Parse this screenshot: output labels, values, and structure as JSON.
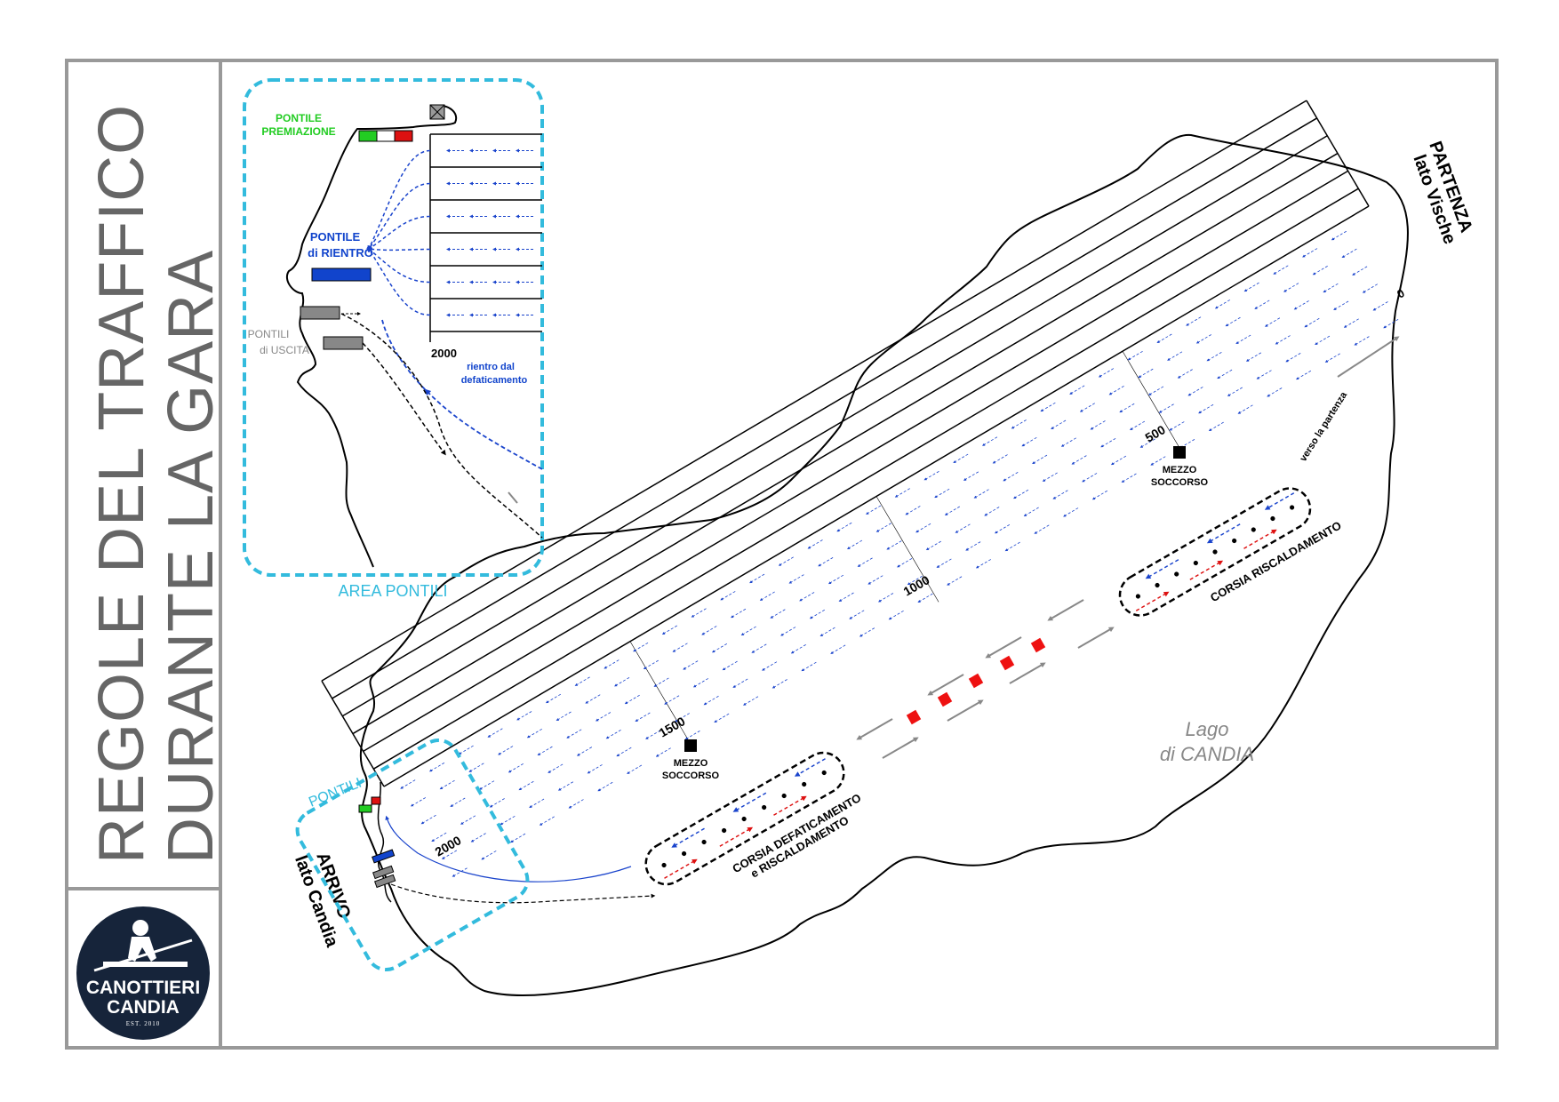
{
  "title": {
    "line1": "REGOLE DEL TRAFFICO",
    "line2": "DURANTE LA GARA"
  },
  "logo": {
    "line1": "CANOTTIERI",
    "line2": "CANDIA",
    "est": "EST. 2010"
  },
  "inset": {
    "title": "AREA PONTILI",
    "premiazione": [
      "PONTILE",
      "PREMIAZIONE"
    ],
    "rientro": [
      "PONTILE",
      "di RIENTRO"
    ],
    "uscita": [
      "PONTILI",
      "di USCITA"
    ],
    "distance": "2000",
    "defaticamento_return": [
      "rientro dal",
      "defaticamento"
    ]
  },
  "map": {
    "lake": [
      "Lago",
      "di CANDIA"
    ],
    "start": [
      "PARTENZA",
      "lato Vische"
    ],
    "finish": [
      "ARRIVO",
      "lato Candia"
    ],
    "pontili": "PONTILI",
    "distances": [
      "0",
      "500",
      "1000",
      "1500",
      "2000"
    ],
    "rescue": [
      "MEZZO",
      "SOCCORSO"
    ],
    "towards_start": "verso la partenza",
    "warmup_lane": "CORSIA RISCALDAMENTO",
    "cooldown_lane": [
      "CORSIA DEFATICAMENTO",
      "e RISCALDAMENTO"
    ]
  },
  "colors": {
    "frame": "#999999",
    "inset_border": "#33bbdd",
    "blue_arrow": "#1a44cc",
    "red_arrow": "#dd1111",
    "buoy": "#ee1111",
    "green": "#22cc22",
    "pontile_blue": "#1144cc",
    "pontile_grey": "#888888"
  }
}
